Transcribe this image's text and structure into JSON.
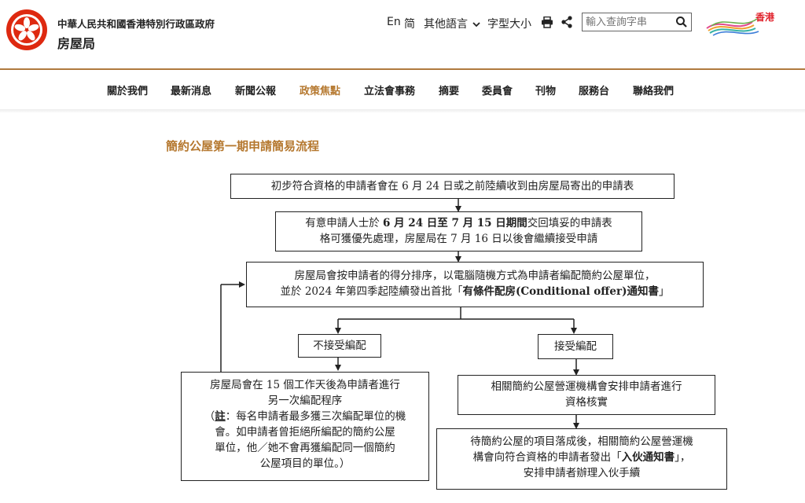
{
  "header": {
    "gov_name": "中華人民共和國香港特別行政區政府",
    "dept_name": "房屋局",
    "lang_en": "En",
    "lang_sc": "简",
    "other_langs": "其他語言",
    "font_size": "字型大小",
    "search_placeholder": "輸入查詢字串",
    "brand_text": "香港",
    "colors": {
      "accent": "#b5782f",
      "header_rule": "#b07a3e",
      "emblem_red": "#de2910"
    }
  },
  "nav": {
    "items": [
      {
        "label": "關於我們"
      },
      {
        "label": "最新消息"
      },
      {
        "label": "新聞公報"
      },
      {
        "label": "政策焦點",
        "active": true
      },
      {
        "label": "立法會事務"
      },
      {
        "label": "摘要"
      },
      {
        "label": "委員會"
      },
      {
        "label": "刊物"
      },
      {
        "label": "服務台"
      },
      {
        "label": "聯絡我們"
      }
    ]
  },
  "main": {
    "title": "簡約公屋第一期申請簡易流程"
  },
  "flow": {
    "step1": "初步符合資格的申請者會在 6 月 24 日或之前陸續收到由房屋局寄出的申請表",
    "step2_a": "有意申請人士於 ",
    "step2_b": "6 月 24 日至 7 月 15 日期間",
    "step2_c": "交回填妥的申請表",
    "step2_d": "格可獲優先處理，房屋局在 7 月 16 日以後會繼續接受申請",
    "step3_a": "房屋局會按申請者的得分排序，以電腦隨機方式為申請者編配簡約公屋單位，",
    "step3_b": "並於 2024 年第四季起陸續發出首批「",
    "step3_c": "有條件配房(Conditional offer)通知書",
    "step3_d": "」",
    "reject": "不接受編配",
    "accept": "接受編配",
    "reject_step_a": "房屋局會在 15 個工作天後為申請者進行",
    "reject_step_b": "另一次編配程序",
    "reject_note_open": "（",
    "reject_note_label": "註",
    "reject_note_a": "：每名申請者最多獲三次編配單位的機",
    "reject_note_b": "會。如申請者曾拒絕所編配的簡約公屋",
    "reject_note_c": "單位，他／她不會再獲編配同一個簡約",
    "reject_note_d": "公屋項目的單位。）",
    "accept_step_a": "相關簡約公屋營運機構會安排申請者進行",
    "accept_step_b": "資格核實",
    "final_a": "待簡約公屋的項目落成後，相關簡約公屋營運機",
    "final_b": "構會向符合資格的申請者發出「",
    "final_c": "入伙通知書",
    "final_d": "」，",
    "final_e": "安排申請者辦理入伙手續"
  }
}
